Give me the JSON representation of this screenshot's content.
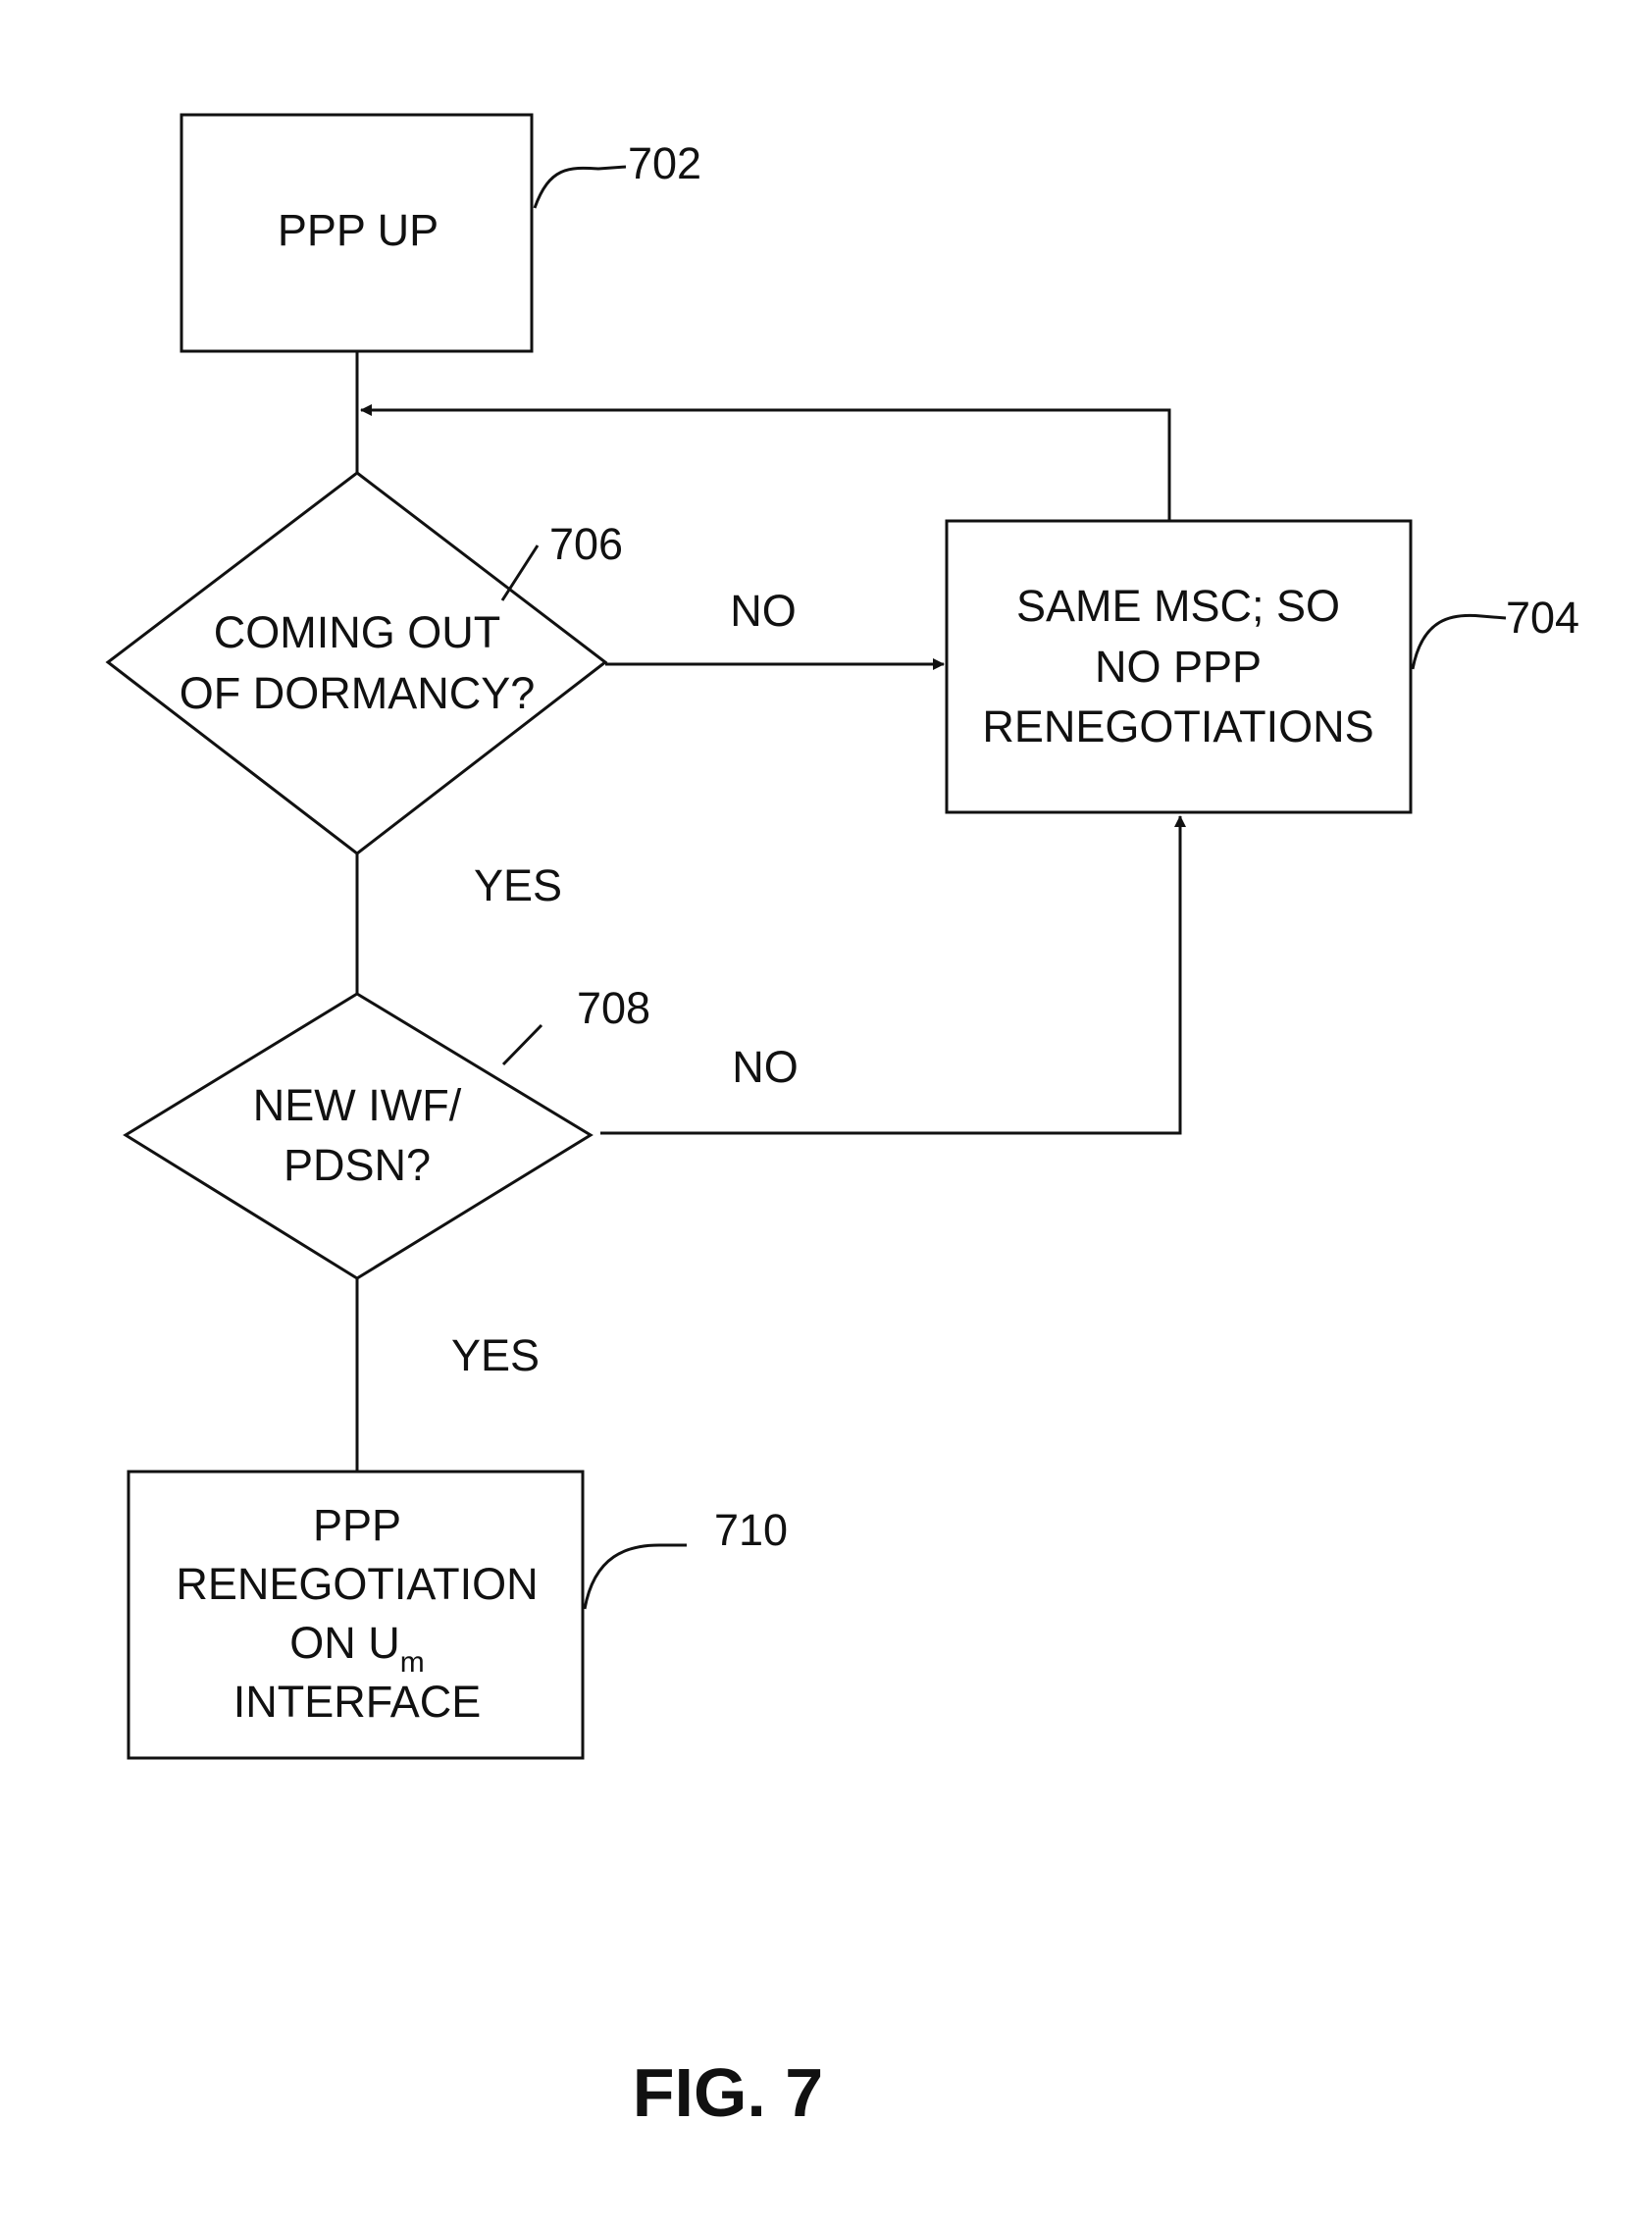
{
  "nodes": {
    "ppp_up": {
      "ref": "702",
      "lines": [
        "PPP UP"
      ]
    },
    "decision_dormancy": {
      "ref": "706",
      "lines": [
        "COMING OUT",
        "OF DORMANCY?"
      ]
    },
    "same_msc": {
      "ref": "704",
      "lines": [
        "SAME  MSC; SO",
        "NO PPP",
        "RENEGOTIATIONS"
      ]
    },
    "decision_new_iwf": {
      "ref": "708",
      "lines": [
        "NEW IWF/",
        "PDSN?"
      ]
    },
    "renegotiation": {
      "ref": "710",
      "lines": [
        "PPP",
        "RENEGOTIATION",
        "ON U",
        "m",
        "INTERFACE"
      ]
    }
  },
  "branches": {
    "dormancy_no": "NO",
    "dormancy_yes": "YES",
    "iwf_no": "NO",
    "iwf_yes": "YES"
  },
  "figure_label": "FIG. 7"
}
